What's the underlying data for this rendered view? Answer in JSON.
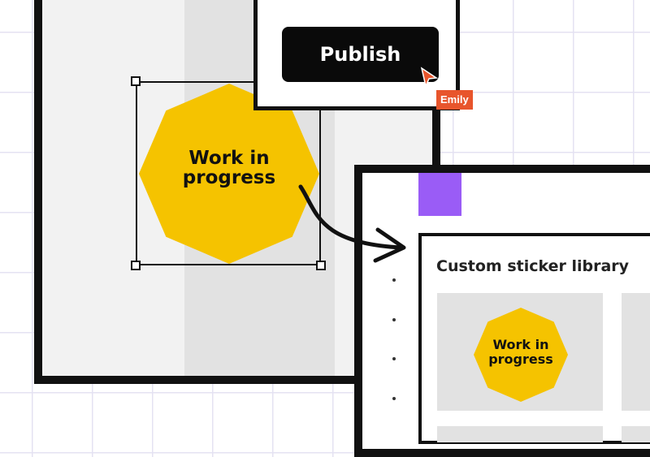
{
  "publish_panel": {
    "button_label": "Publish"
  },
  "collaborator": {
    "name": "Emily"
  },
  "sticker": {
    "line1": "Work in",
    "line2": "progress",
    "color": "#f5c300"
  },
  "library": {
    "title": "Custom sticker library",
    "item": {
      "line1": "Work in",
      "line2": "progress"
    }
  },
  "colors": {
    "frame": "#111111",
    "accent_purple": "#9a5cf6",
    "cursor_orange": "#e8552c",
    "sticker_yellow": "#f5c300"
  },
  "icons": [
    "cursor-icon",
    "selection-handle",
    "curved-arrow-icon"
  ]
}
